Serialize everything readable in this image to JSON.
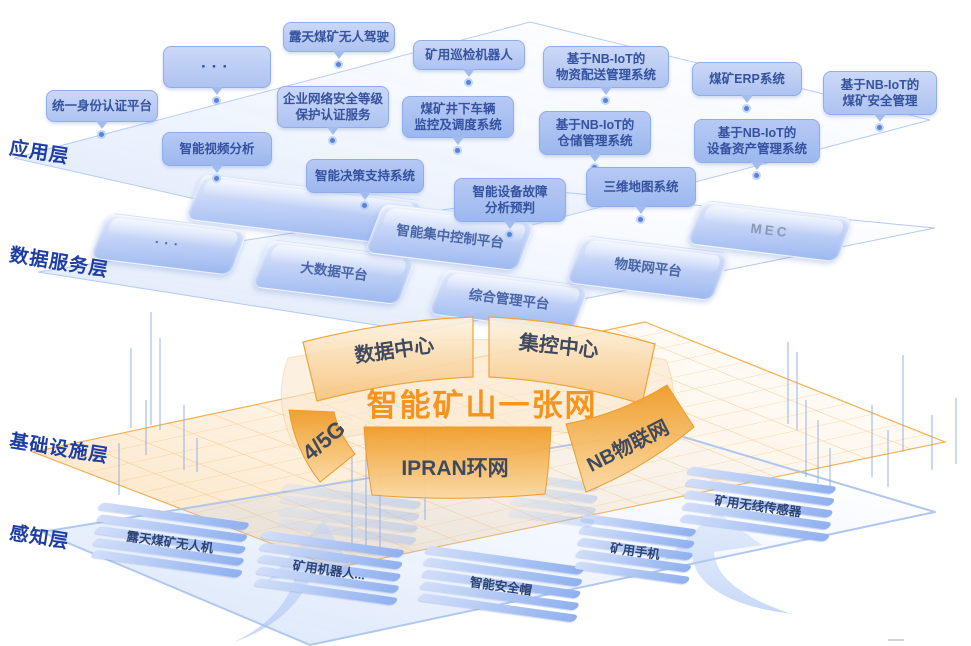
{
  "diagram_title": "智能矿山一张网",
  "layer_labels": {
    "application": "应用层",
    "data_service": "数据服务层",
    "infrastructure": "基础设施层",
    "perception": "感知层"
  },
  "application_layer": {
    "boxes": [
      {
        "label": "露天煤矿无人驾驶"
      },
      {
        "label": "···"
      },
      {
        "label": "统一身份认证平台"
      },
      {
        "label": "企业网络安全等级\n保护认证服务"
      },
      {
        "label": "矿用巡检机器人"
      },
      {
        "label": "基于NB-IoT的\n物资配送管理系统"
      },
      {
        "label": "煤矿ERP系统"
      },
      {
        "label": "基于NB-IoT的\n煤矿安全管理"
      },
      {
        "label": "煤矿井下车辆\n监控及调度系统"
      },
      {
        "label": "基于NB-IoT的\n仓储管理系统"
      },
      {
        "label": "基于NB-IoT的\n设备资产管理系统"
      },
      {
        "label": "智能视频分析"
      },
      {
        "label": "智能决策支持系统"
      },
      {
        "label": "智能设备故障\n分析预判"
      },
      {
        "label": "三维地图系统"
      }
    ]
  },
  "data_service_layer": {
    "platforms": [
      {
        "label": "···"
      },
      {
        "label": "大数据平台"
      },
      {
        "label": "智能集中控制平台"
      },
      {
        "label": "综合管理平台"
      },
      {
        "label": "物联网平台"
      },
      {
        "label": "MEC"
      }
    ]
  },
  "network_ring": {
    "title": "智能矿山一张网",
    "top_segments": [
      {
        "label": "数据中心"
      },
      {
        "label": "集控中心"
      }
    ],
    "bottom_segments": [
      {
        "label": "4/5G"
      },
      {
        "label": "IPRAN环网"
      },
      {
        "label": "NB物联网"
      }
    ]
  },
  "perception_layer": {
    "devices": [
      {
        "label": "露天煤矿无人机"
      },
      {
        "label": "矿用机器人..."
      },
      {
        "label": "智能安全帽"
      },
      {
        "label": "矿用手机"
      },
      {
        "label": "矿用无线传感器"
      }
    ]
  },
  "colors": {
    "accent_orange": "#f6941d",
    "box_blue": "#aec3f1",
    "text_navy": "#35529f",
    "layer_label_blue": "#1d3da3"
  }
}
